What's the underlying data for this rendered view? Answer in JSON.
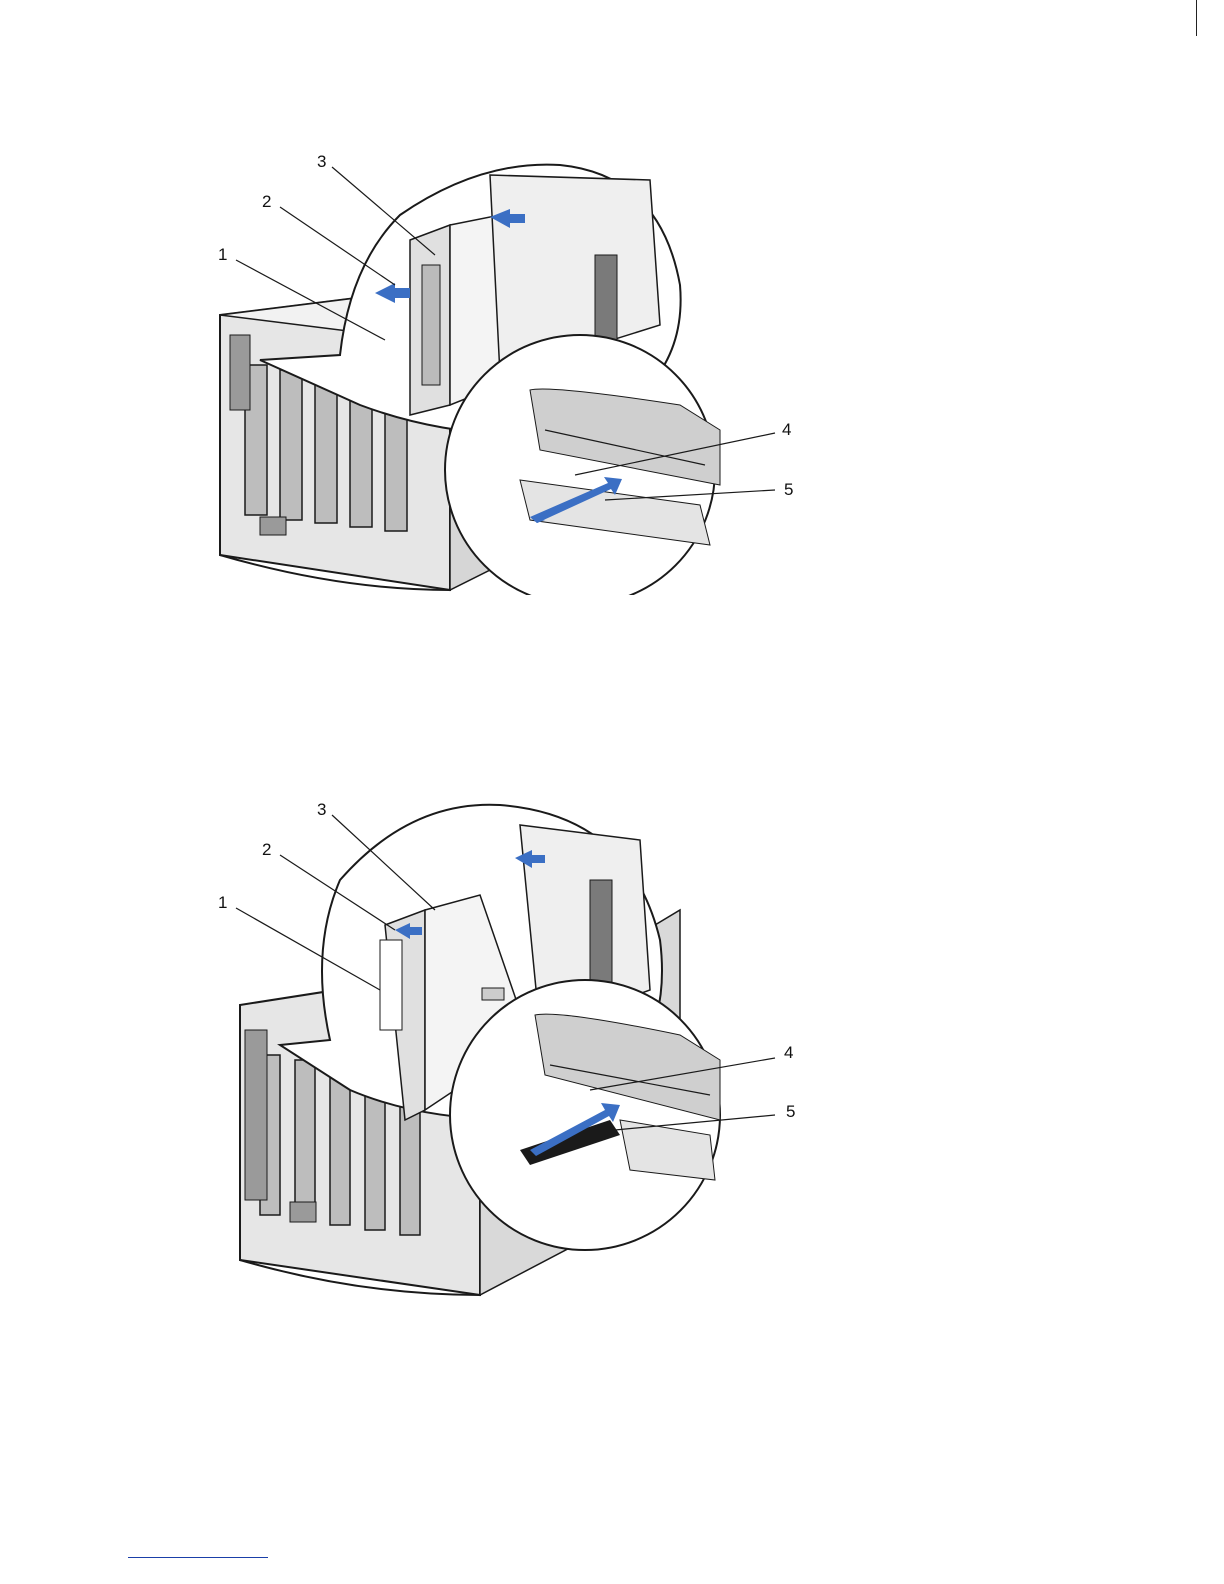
{
  "figure1": {
    "callouts": [
      "1",
      "2",
      "3",
      "4",
      "5"
    ]
  },
  "figure2": {
    "callouts": [
      "1",
      "2",
      "3",
      "4",
      "5"
    ]
  },
  "colors": {
    "arrow": "#3b6fc4",
    "line": "#1a1a1a",
    "chassis": "#cfcfcf",
    "link_rule": "#1a3fa8"
  }
}
